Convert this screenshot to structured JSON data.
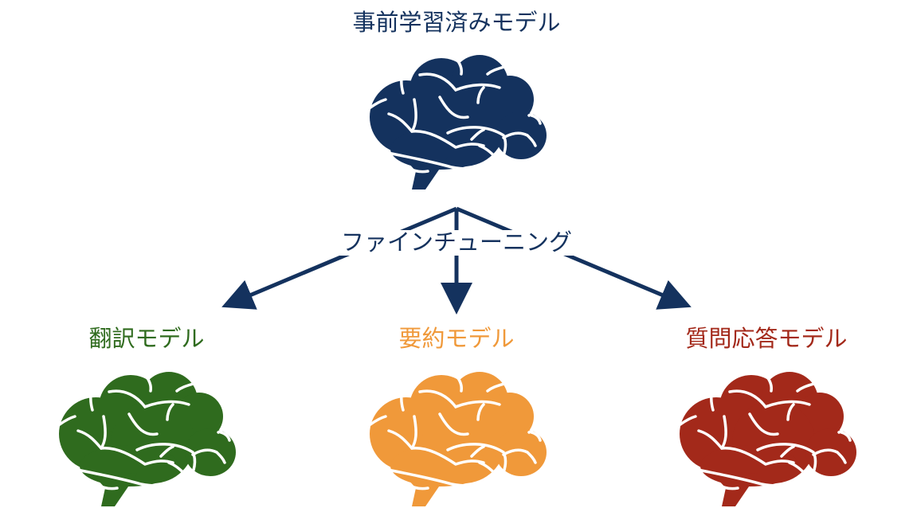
{
  "title": "事前学習済みモデル",
  "fine_tuning_label": "ファインチューニング",
  "models": [
    {
      "label": "翻訳モデル",
      "color": "#2f6b1e"
    },
    {
      "label": "要約モデル",
      "color": "#f0993a"
    },
    {
      "label": "質問応答モデル",
      "color": "#a3291a"
    }
  ],
  "pretrained_color": "#14325e",
  "arrow_color": "#14325e"
}
